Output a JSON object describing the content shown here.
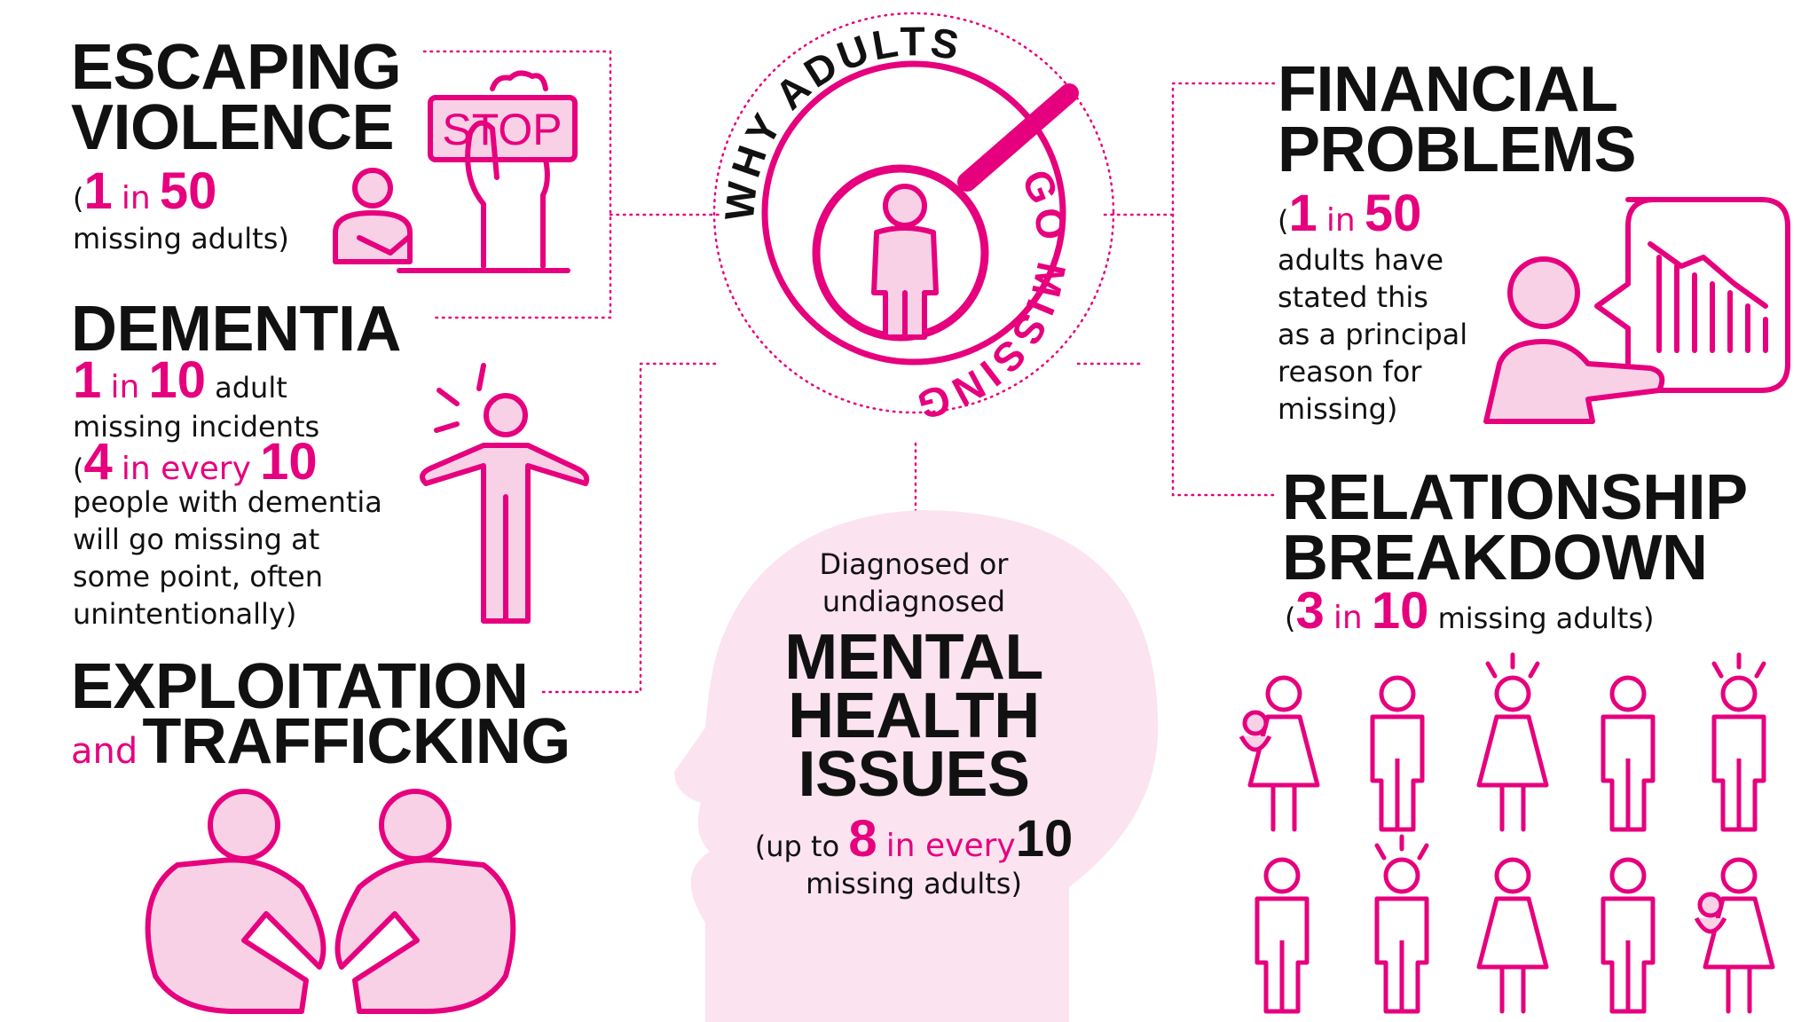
{
  "center": {
    "arc_text": "WHY ADULTS GO MISSING",
    "arc_top": "WHY ADULTS",
    "arc_side": "GO MISSING"
  },
  "escaping": {
    "title_line1": "ESCAPING",
    "title_line2": "VIOLENCE",
    "stat_num1": "1",
    "stat_in": "in",
    "stat_num2": "50",
    "stat_open": "(",
    "stat_text": "missing adults)",
    "sign_text": "STOP"
  },
  "dementia": {
    "title": "DEMENTIA",
    "num1": "1",
    "in": "in",
    "num2": "10",
    "after": "adult",
    "line2": "missing incidents",
    "open": "(",
    "num3": "4",
    "in_every": "in every",
    "num4": "10",
    "line4": "people with dementia",
    "line5": "will go missing at",
    "line6": "some point, often",
    "line7": "unintentionally)"
  },
  "exploitation": {
    "title_line1": "EXPLOITATION",
    "and": "and",
    "title_line2": "TRAFFICKING"
  },
  "financial": {
    "title_line1": "FINANCIAL",
    "title_line2": "PROBLEMS",
    "open": "(",
    "num1": "1",
    "in": "in",
    "num2": "50",
    "line2": "adults have",
    "line3": "stated this",
    "line4": "as a principal",
    "line5": "reason for",
    "line6": "missing)"
  },
  "relationship": {
    "title_line1": "RELATIONSHIP",
    "title_line2": "BREAKDOWN",
    "open": "(",
    "num1": "3",
    "in": "in",
    "num2": "10",
    "after": "missing adults)"
  },
  "mental": {
    "pre1": "Diagnosed or",
    "pre2": "undiagnosed",
    "title_line1": "MENTAL",
    "title_line2": "HEALTH",
    "title_line3": "ISSUES",
    "up_to": "(up to",
    "num1": "8",
    "in_every": "in every",
    "num2": "10",
    "after": "missing adults)"
  },
  "colors": {
    "accent": "#e6007e",
    "accent_light": "#f9d1e6",
    "text": "#111111"
  }
}
